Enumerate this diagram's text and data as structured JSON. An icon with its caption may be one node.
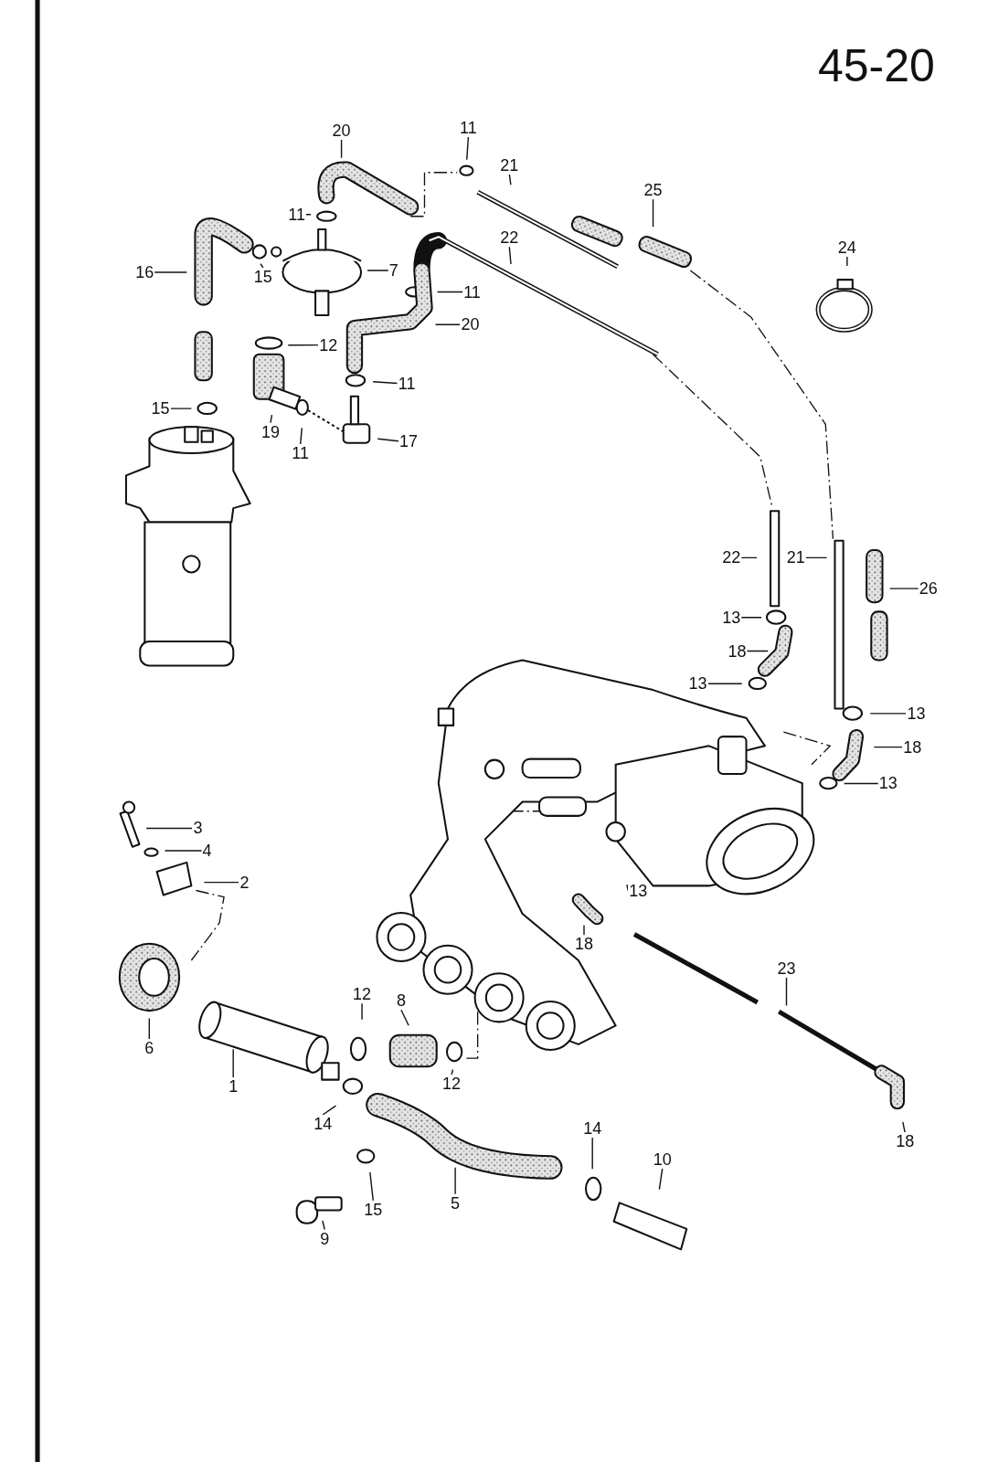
{
  "diagram": {
    "title": "45-20",
    "nodes": [
      {
        "text": [
          "20"
        ]
      },
      {
        "text": [
          "11"
        ]
      },
      {
        "text": [
          "21"
        ]
      },
      {
        "text": [
          "25"
        ]
      },
      {
        "text": [
          "24"
        ]
      },
      {
        "text": [
          "22"
        ]
      },
      {
        "text": [
          "11"
        ]
      },
      {
        "text": [
          "16"
        ]
      },
      {
        "text": [
          "15"
        ]
      },
      {
        "text": [
          "7"
        ]
      },
      {
        "text": [
          "11"
        ]
      },
      {
        "text": [
          "20"
        ]
      },
      {
        "text": [
          "12"
        ]
      },
      {
        "text": [
          "11"
        ]
      },
      {
        "text": [
          "15"
        ]
      },
      {
        "text": [
          "19"
        ]
      },
      {
        "text": [
          "11"
        ]
      },
      {
        "text": [
          "17"
        ]
      },
      {
        "text": [
          "22"
        ]
      },
      {
        "text": [
          "21"
        ]
      },
      {
        "text": [
          "26"
        ]
      },
      {
        "text": [
          "13"
        ]
      },
      {
        "text": [
          "18"
        ]
      },
      {
        "text": [
          "13"
        ]
      },
      {
        "text": [
          "13"
        ]
      },
      {
        "text": [
          "18"
        ]
      },
      {
        "text": [
          "13"
        ]
      },
      {
        "text": [
          "3"
        ]
      },
      {
        "text": [
          "4"
        ]
      },
      {
        "text": [
          "2"
        ]
      },
      {
        "text": [
          "13"
        ]
      },
      {
        "text": [
          "18"
        ]
      },
      {
        "text": [
          "23"
        ]
      },
      {
        "text": [
          "12"
        ]
      },
      {
        "text": [
          "8"
        ]
      },
      {
        "text": [
          "6"
        ]
      },
      {
        "text": [
          "1"
        ]
      },
      {
        "text": [
          "12"
        ]
      },
      {
        "text": [
          "14"
        ]
      },
      {
        "text": [
          "14"
        ]
      },
      {
        "text": [
          "10"
        ]
      },
      {
        "text": [
          "18"
        ]
      },
      {
        "text": [
          "9"
        ]
      },
      {
        "text": [
          "15"
        ]
      },
      {
        "text": [
          "5"
        ]
      }
    ],
    "edges": [
      {
        "from": 0,
        "to": null,
        "arrow": "none"
      },
      {
        "from": 1,
        "to": null,
        "arrow": "none"
      },
      {
        "from": 2,
        "to": null,
        "arrow": "none"
      },
      {
        "from": 3,
        "to": null,
        "arrow": "none"
      },
      {
        "from": 4,
        "to": null,
        "arrow": "none"
      },
      {
        "from": 5,
        "to": null,
        "arrow": "none"
      },
      {
        "from": 6,
        "to": null,
        "arrow": "none"
      },
      {
        "from": 7,
        "to": null,
        "arrow": "none"
      },
      {
        "from": 8,
        "to": null,
        "arrow": "none"
      },
      {
        "from": 9,
        "to": null,
        "arrow": "none"
      },
      {
        "from": 10,
        "to": null,
        "arrow": "none"
      },
      {
        "from": 11,
        "to": null,
        "arrow": "none"
      },
      {
        "from": 12,
        "to": null,
        "arrow": "none"
      },
      {
        "from": 13,
        "to": null,
        "arrow": "none"
      },
      {
        "from": 14,
        "to": null,
        "arrow": "none"
      },
      {
        "from": 15,
        "to": null,
        "arrow": "none"
      },
      {
        "from": 16,
        "to": null,
        "arrow": "none"
      },
      {
        "from": 17,
        "to": null,
        "arrow": "none"
      },
      {
        "from": 18,
        "to": null,
        "arrow": "none"
      },
      {
        "from": 19,
        "to": null,
        "arrow": "none"
      },
      {
        "from": 20,
        "to": null,
        "arrow": "none"
      },
      {
        "from": 21,
        "to": null,
        "arrow": "none"
      },
      {
        "from": 22,
        "to": null,
        "arrow": "none"
      },
      {
        "from": 23,
        "to": null,
        "arrow": "none"
      },
      {
        "from": 24,
        "to": null,
        "arrow": "none"
      },
      {
        "from": 25,
        "to": null,
        "arrow": "none"
      },
      {
        "from": 26,
        "to": null,
        "arrow": "none"
      },
      {
        "from": 27,
        "to": null,
        "arrow": "none"
      },
      {
        "from": 28,
        "to": null,
        "arrow": "none"
      },
      {
        "from": 29,
        "to": null,
        "arrow": "none"
      },
      {
        "from": 30,
        "to": null,
        "arrow": "none"
      },
      {
        "from": 31,
        "to": null,
        "arrow": "none"
      },
      {
        "from": 32,
        "to": null,
        "arrow": "none"
      },
      {
        "from": 33,
        "to": null,
        "arrow": "none"
      },
      {
        "from": 34,
        "to": null,
        "arrow": "none"
      },
      {
        "from": 35,
        "to": null,
        "arrow": "none"
      },
      {
        "from": 36,
        "to": null,
        "arrow": "none"
      },
      {
        "from": 37,
        "to": null,
        "arrow": "none"
      },
      {
        "from": 38,
        "to": null,
        "arrow": "none"
      },
      {
        "from": 39,
        "to": null,
        "arrow": "none"
      },
      {
        "from": 40,
        "to": null,
        "arrow": "none"
      },
      {
        "from": 41,
        "to": null,
        "arrow": "none"
      },
      {
        "from": 42,
        "to": null,
        "arrow": "none"
      },
      {
        "from": 43,
        "to": null,
        "arrow": "none"
      },
      {
        "from": 44,
        "to": null,
        "arrow": "none"
      }
    ]
  }
}
